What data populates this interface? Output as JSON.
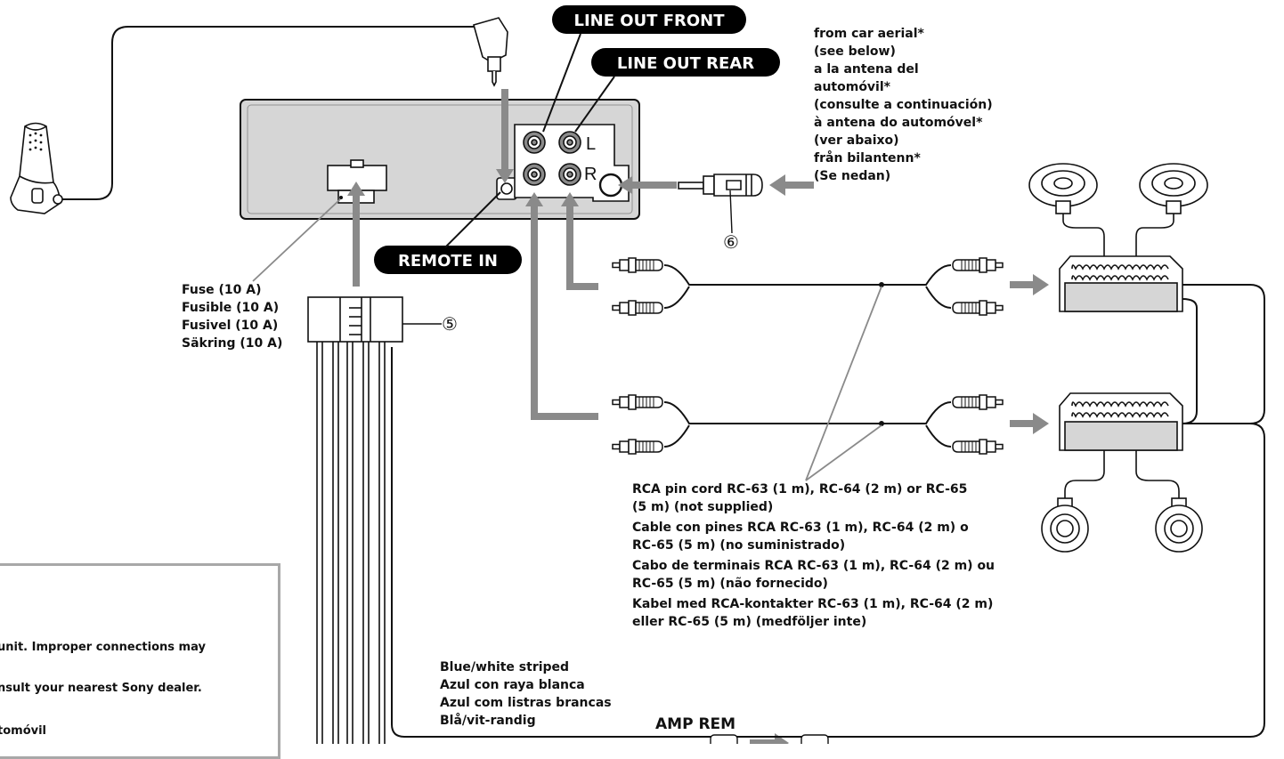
{
  "badges": {
    "line_out_front": "LINE OUT FRONT",
    "line_out_rear": "LINE OUT REAR",
    "remote_in": "REMOTE IN"
  },
  "panel_labels": {
    "left": "L",
    "right": "R"
  },
  "callouts": {
    "fuse_harness": "⑤",
    "aerial_adapter": "⑥"
  },
  "aerial_text": [
    "from car aerial*",
    "(see below)",
    "a la antena del",
    "automóvil*",
    "(consulte a continuación)",
    "à antena do automóvel*",
    "(ver abaixo)",
    "från bilantenn*",
    "(Se nedan)"
  ],
  "fuse_text": [
    "Fuse (10 A)",
    "Fusible (10 A)",
    "Fusivel (10 A)",
    "Säkring (10 A)"
  ],
  "cable_text": [
    [
      "RCA pin cord RC-63 (1 m), RC-64 (2 m) or RC-65",
      "(5 m) (not supplied)"
    ],
    [
      "Cable con pines RCA RC-63 (1 m), RC-64 (2 m) o",
      "RC-65 (5 m) (no suministrado)"
    ],
    [
      "Cabo de terminais RCA RC-63 (1 m), RC-64 (2 m) ou",
      "RC-65 (5 m) (não fornecido)"
    ],
    [
      "Kabel med RCA-kontakter RC-63 (1 m), RC-64 (2 m)",
      "eller RC-65 (5 m) (medföljer inte)"
    ]
  ],
  "wire_text": [
    "Blue/white striped",
    "Azul con raya blanca",
    "Azul com listras brancas",
    "Blå/vit-randig"
  ],
  "amp_rem": "AMP REM",
  "notice_box": {
    "line1": "unit. Improper connections may",
    "line2": "nsult your nearest Sony dealer.",
    "line3": "tomóvil"
  },
  "colors": {
    "arrow": "#8a8a8a",
    "unit_fill": "#d6d6d6",
    "badge": "#000000",
    "line": "#111111"
  }
}
